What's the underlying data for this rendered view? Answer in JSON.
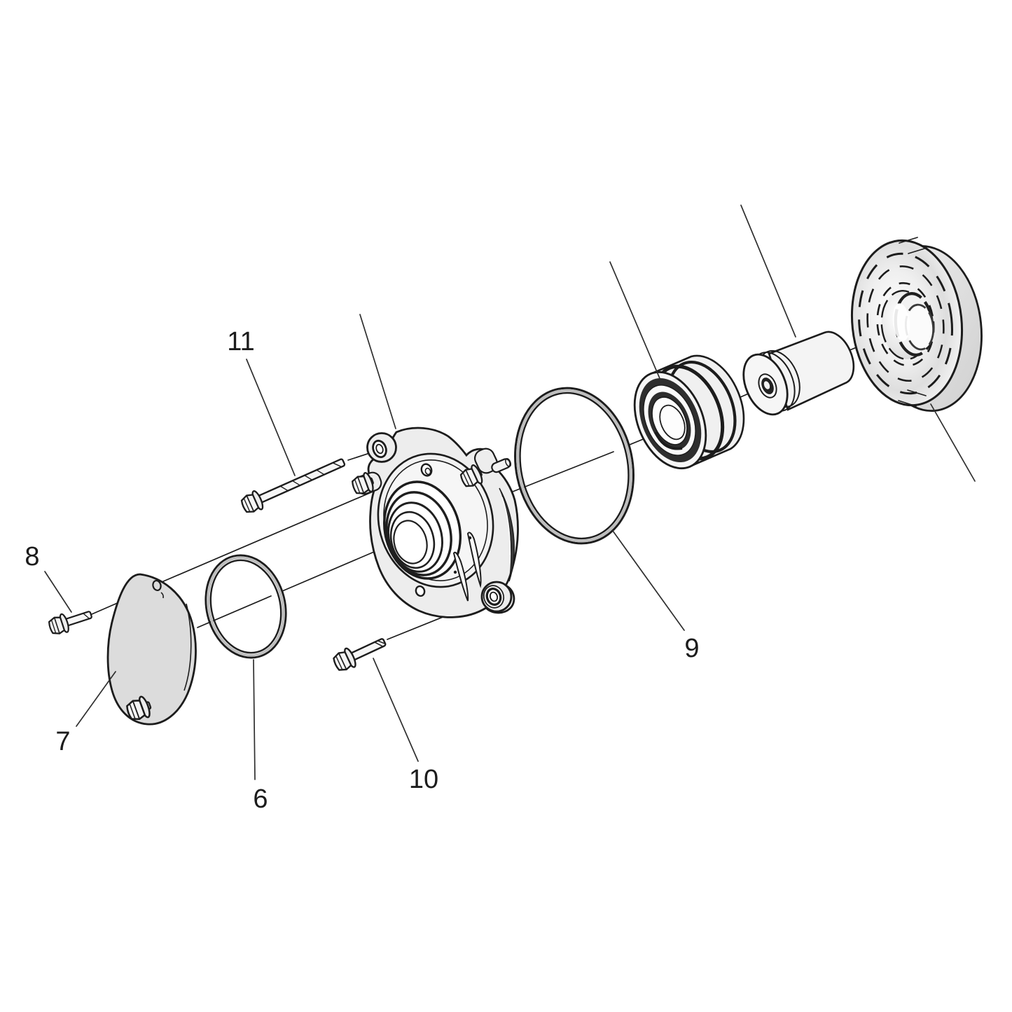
{
  "figure": {
    "type": "exploded-parts-diagram",
    "background": "#ffffff",
    "line_color": "#1c1c1c",
    "plate_fill": "#dcdcdc",
    "metal_fill": "#ededed"
  },
  "callouts": {
    "c6": "6",
    "c7": "7",
    "c8": "8",
    "c9": "9",
    "c10": "10",
    "c11": "11"
  }
}
